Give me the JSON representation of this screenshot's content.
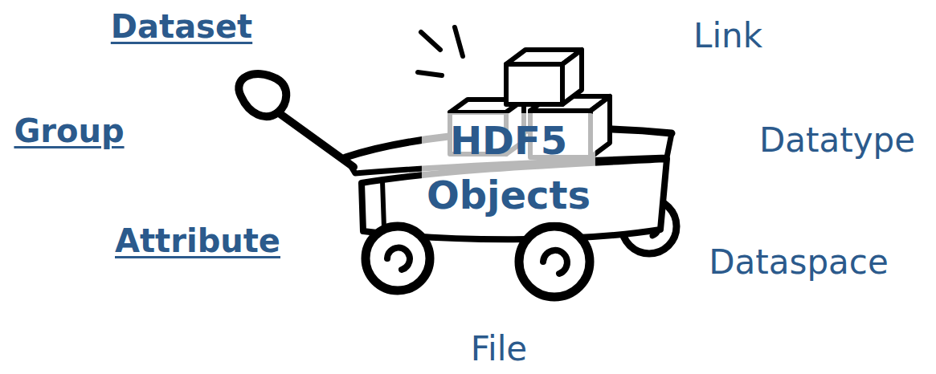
{
  "diagram": {
    "labels": [
      "Dataset",
      "Link",
      "Group",
      "HDF5 Objects",
      "Datatype",
      "Attribute",
      "Dataspace",
      "File"
    ]
  }
}
